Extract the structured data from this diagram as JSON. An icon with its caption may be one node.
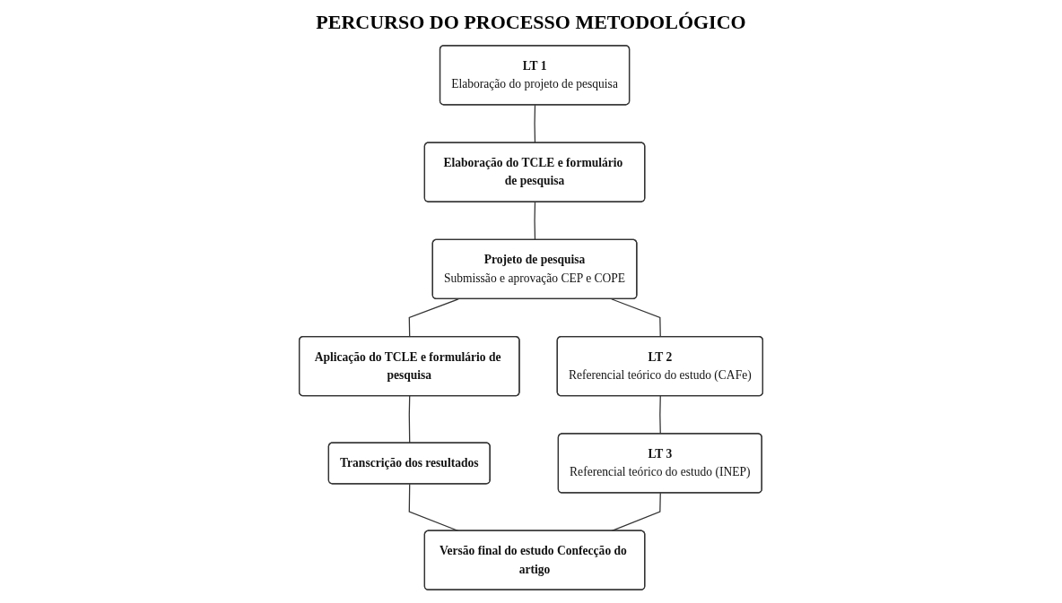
{
  "diagram": {
    "title": "PERCURSO DO PROCESSO METODOLÓGICO",
    "nodes": [
      {
        "text": [
          "LT 1",
          "Elaboração do projeto de pesquisa"
        ]
      },
      {
        "text": [
          "Elaboração do TCLE e formulário de pesquisa"
        ]
      },
      {
        "text": [
          "Projeto de pesquisa",
          "Submissão e aprovação CEP e COPE"
        ]
      },
      {
        "text": [
          "LT 2",
          "Referencial teórico do estudo (CAFe)"
        ]
      },
      {
        "text": [
          "LT 3",
          "Referencial teórico do estudo (INEP)"
        ]
      },
      {
        "text": [
          "Aplicação do TCLE e formulário de pesquisa"
        ]
      },
      {
        "text": [
          "Transcrição dos resultados"
        ]
      },
      {
        "text": [
          "Versão final do estudo Confecção do artigo"
        ]
      }
    ],
    "edges": [
      {
        "from": 0,
        "to": 1,
        "arrow": "none"
      },
      {
        "from": 1,
        "to": 2,
        "arrow": "none"
      },
      {
        "from": 2,
        "to": 3,
        "arrow": "none"
      },
      {
        "from": 3,
        "to": 4,
        "arrow": "none"
      },
      {
        "from": 2,
        "to": 5,
        "arrow": "none"
      },
      {
        "from": 5,
        "to": 6,
        "arrow": "none"
      },
      {
        "from": 6,
        "to": 7,
        "arrow": "none"
      },
      {
        "from": 4,
        "to": 7,
        "arrow": "none"
      }
    ]
  }
}
